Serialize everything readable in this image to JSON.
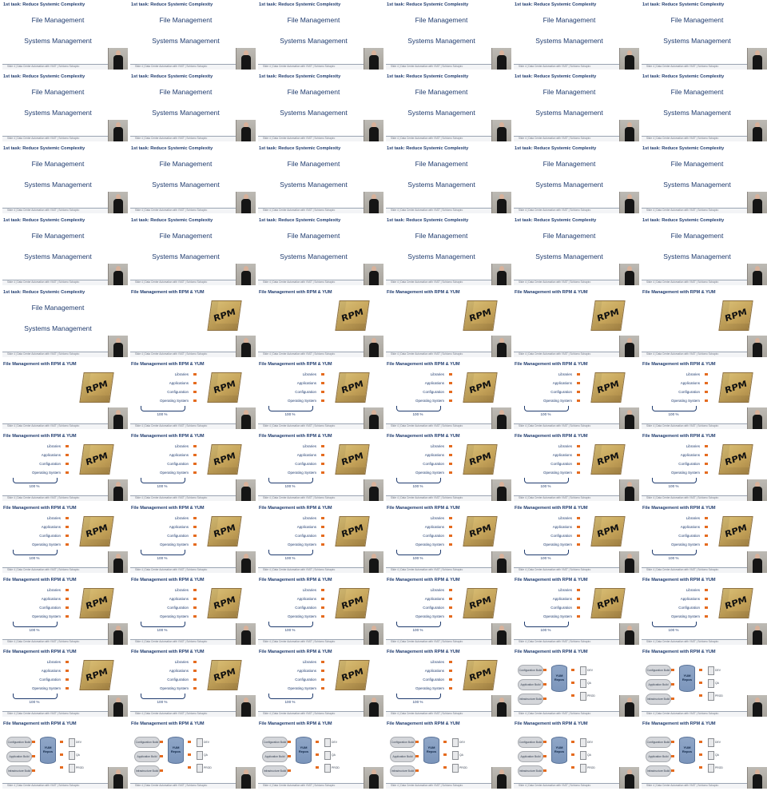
{
  "grid": {
    "columns": 6,
    "rows": 11
  },
  "tile_types": {
    "intro": {
      "title": "1st task: Reduce Systemic Complexity",
      "line1": "File Management",
      "line2": "Systems Management"
    },
    "rpm": {
      "title": "File Management with RPM & YUM",
      "box_label": "RPM"
    },
    "layers": {
      "title": "File Management with RPM & YUM",
      "box_label": "RPM",
      "items": [
        "Libraries",
        "Applications",
        "Configuration",
        "Operating System"
      ],
      "percent": "100 %"
    },
    "yum": {
      "title": "File Management with RPM & YUM",
      "repo_label": "YUM Repos",
      "builds": [
        "Configuration Build",
        "Application Build",
        "Infrastructure Build"
      ],
      "targets": [
        "DEV",
        "QA",
        "PROD"
      ]
    }
  },
  "footer": {
    "text": "Slide 4  |  Data Center Automation with YAST  |  Schlomo Schapiro"
  },
  "sequence": [
    "intro",
    "intro",
    "intro",
    "intro",
    "intro",
    "intro",
    "intro",
    "intro",
    "intro",
    "intro",
    "intro",
    "intro",
    "intro",
    "intro",
    "intro",
    "intro",
    "intro",
    "intro",
    "intro",
    "intro",
    "intro",
    "intro",
    "intro",
    "intro",
    "intro",
    "rpm",
    "rpm",
    "rpm",
    "rpm",
    "rpm",
    "rpm",
    "layers",
    "layers",
    "layers",
    "layers",
    "layers",
    "layers",
    "layers",
    "layers",
    "layers",
    "layers",
    "layers",
    "layers",
    "layers",
    "layers",
    "layers",
    "layers",
    "layers",
    "layers",
    "layers",
    "layers",
    "layers",
    "layers",
    "layers",
    "layers",
    "layers",
    "layers",
    "layers",
    "yum",
    "yum",
    "yum",
    "yum",
    "yum",
    "yum",
    "yum",
    "yum"
  ]
}
